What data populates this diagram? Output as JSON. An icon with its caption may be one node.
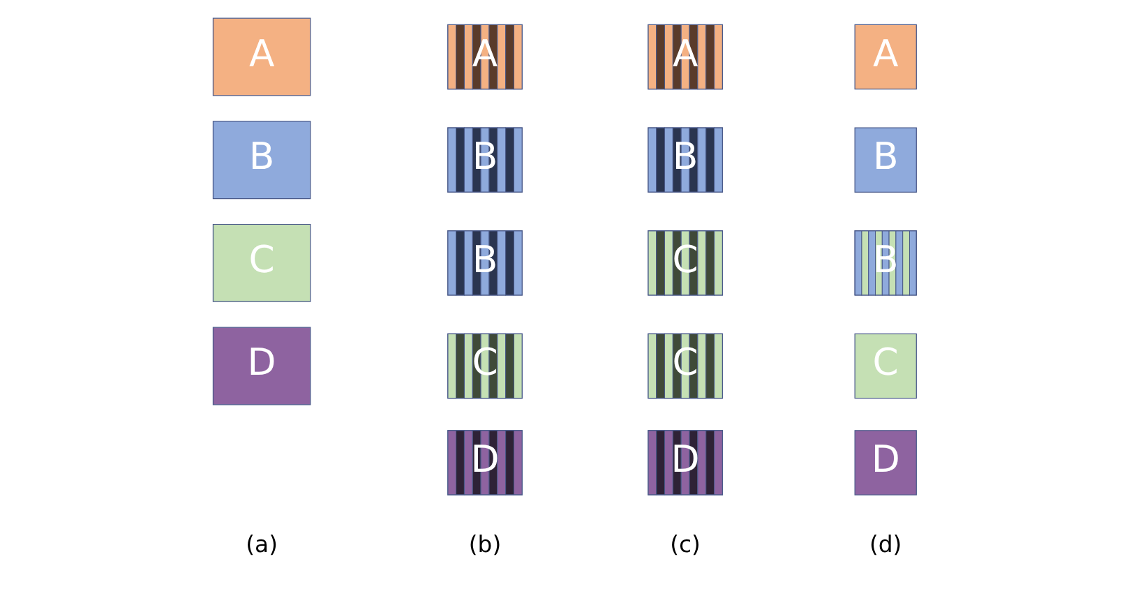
{
  "diagram": {
    "nodes": [
      {
        "text": [
          "A"
        ]
      },
      {
        "text": [
          "B"
        ]
      },
      {
        "text": [
          "C"
        ]
      },
      {
        "text": [
          "D"
        ]
      },
      {
        "text": [
          "A"
        ]
      },
      {
        "text": [
          "B"
        ]
      },
      {
        "text": [
          "B"
        ]
      },
      {
        "text": [
          "C"
        ]
      },
      {
        "text": [
          "D"
        ]
      },
      {
        "text": [
          "A"
        ]
      },
      {
        "text": [
          "B"
        ]
      },
      {
        "text": [
          "C"
        ]
      },
      {
        "text": [
          "C"
        ]
      },
      {
        "text": [
          "D"
        ]
      },
      {
        "text": [
          "A"
        ]
      },
      {
        "text": [
          "B"
        ]
      },
      {
        "text": [
          "B"
        ]
      },
      {
        "text": [
          "C"
        ]
      },
      {
        "text": [
          "D"
        ]
      }
    ],
    "labels": [
      "(a)",
      "(b)",
      "(c)",
      "(d)"
    ]
  }
}
